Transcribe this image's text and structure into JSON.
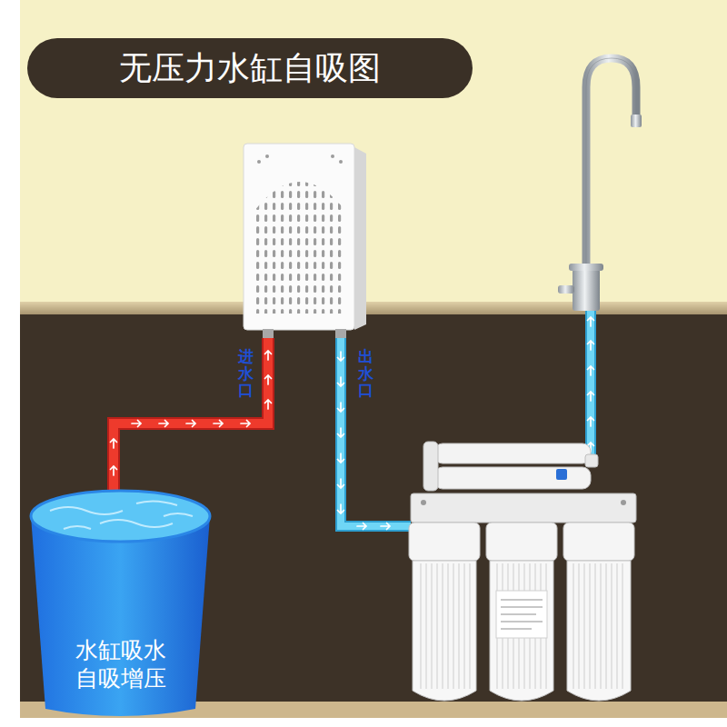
{
  "diagram": {
    "title": "无压力水缸自吸图",
    "nodes": [
      {
        "text": [
          "水缸吸水 自吸增压"
        ]
      }
    ],
    "labels": [
      "进水口",
      "出水口"
    ]
  }
}
